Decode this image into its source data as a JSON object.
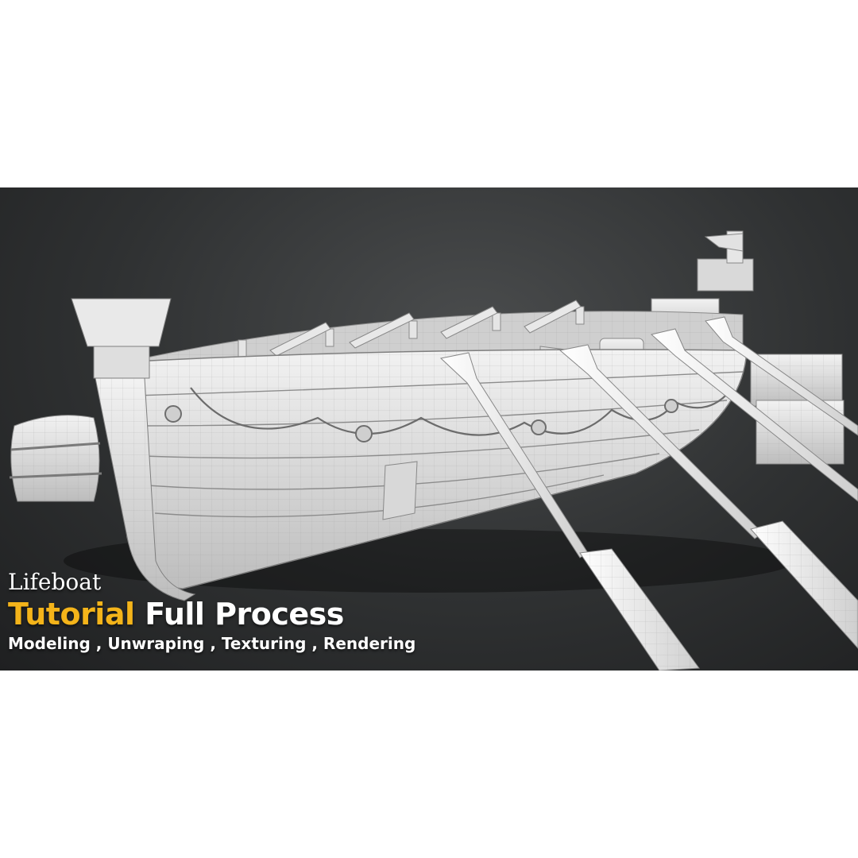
{
  "caption": {
    "title": "Lifeboat",
    "headline_highlight": "Tutorial",
    "headline_rest": "Full Process",
    "subtitle": "Modeling , Unwraping , Texturing , Rendering"
  },
  "colors": {
    "background": "#2f3132",
    "highlight": "#f4b41a",
    "model": "#e8e8e8"
  }
}
